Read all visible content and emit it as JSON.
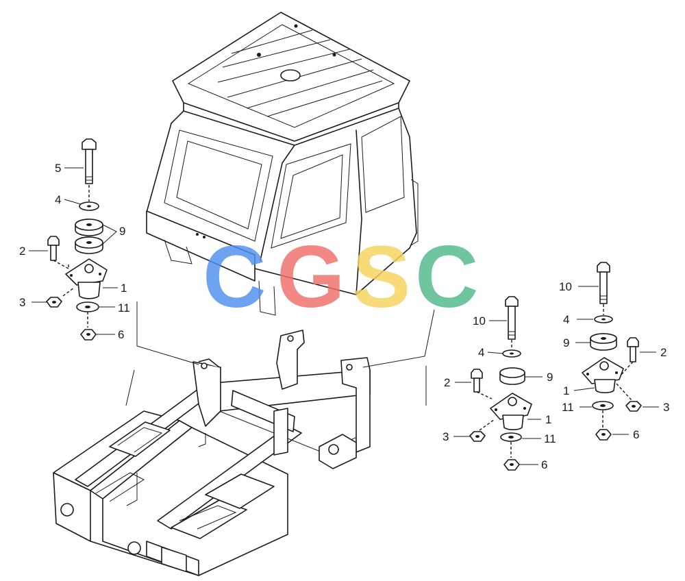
{
  "watermark": {
    "letters": [
      "C",
      "G",
      "S",
      "C"
    ],
    "colors": [
      "#4f8ff0",
      "#ef6f6a",
      "#f6d45c",
      "#4fb98a"
    ]
  },
  "callouts": {
    "left": {
      "5": "5",
      "4": "4",
      "9": "9",
      "2": "2",
      "1": "1",
      "3": "3",
      "11": "11",
      "6": "6"
    },
    "middle": {
      "10": "10",
      "4": "4",
      "9": "9",
      "2": "2",
      "1": "1",
      "3": "3",
      "11": "11",
      "6": "6"
    },
    "right": {
      "10": "10",
      "4": "4",
      "9": "9",
      "2": "2",
      "1": "1",
      "11": "11",
      "3": "3",
      "6": "6"
    }
  }
}
